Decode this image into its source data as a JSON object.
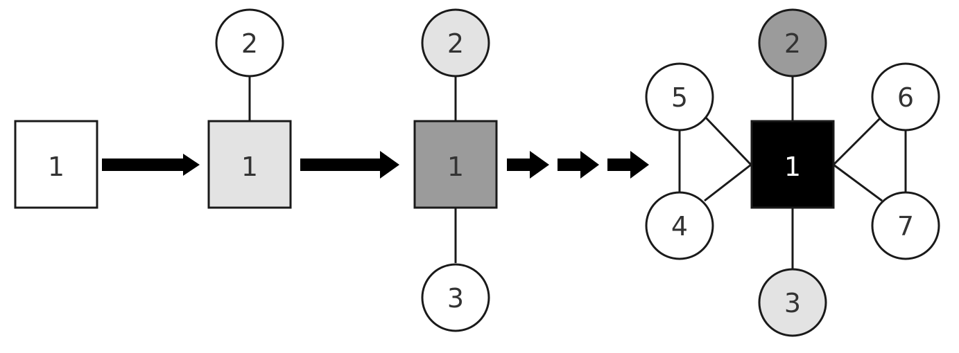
{
  "colors": {
    "white": "#ffffff",
    "light_gray": "#e3e3e3",
    "mid_gray": "#9b9b9b",
    "black": "#000000",
    "stroke": "#1a1a1a",
    "text_dark": "#333333",
    "text_light": "#ffffff"
  },
  "stages": [
    {
      "center": {
        "label": "1",
        "fill": "white"
      },
      "neighbors": []
    },
    {
      "center": {
        "label": "1",
        "fill": "light_gray"
      },
      "neighbors": [
        {
          "label": "2",
          "fill": "white"
        }
      ]
    },
    {
      "center": {
        "label": "1",
        "fill": "mid_gray"
      },
      "neighbors": [
        {
          "label": "2",
          "fill": "light_gray"
        },
        {
          "label": "3",
          "fill": "white"
        }
      ]
    },
    {
      "center": {
        "label": "1",
        "fill": "black"
      },
      "neighbors": [
        {
          "label": "2",
          "fill": "mid_gray"
        },
        {
          "label": "3",
          "fill": "light_gray"
        },
        {
          "label": "4",
          "fill": "white"
        },
        {
          "label": "5",
          "fill": "white"
        },
        {
          "label": "6",
          "fill": "white"
        },
        {
          "label": "7",
          "fill": "white"
        }
      ]
    }
  ],
  "arrows": [
    {
      "from_stage": 0,
      "to_stage": 1,
      "style": "single"
    },
    {
      "from_stage": 1,
      "to_stage": 2,
      "style": "single"
    },
    {
      "from_stage": 2,
      "to_stage": 3,
      "style": "triple"
    }
  ]
}
